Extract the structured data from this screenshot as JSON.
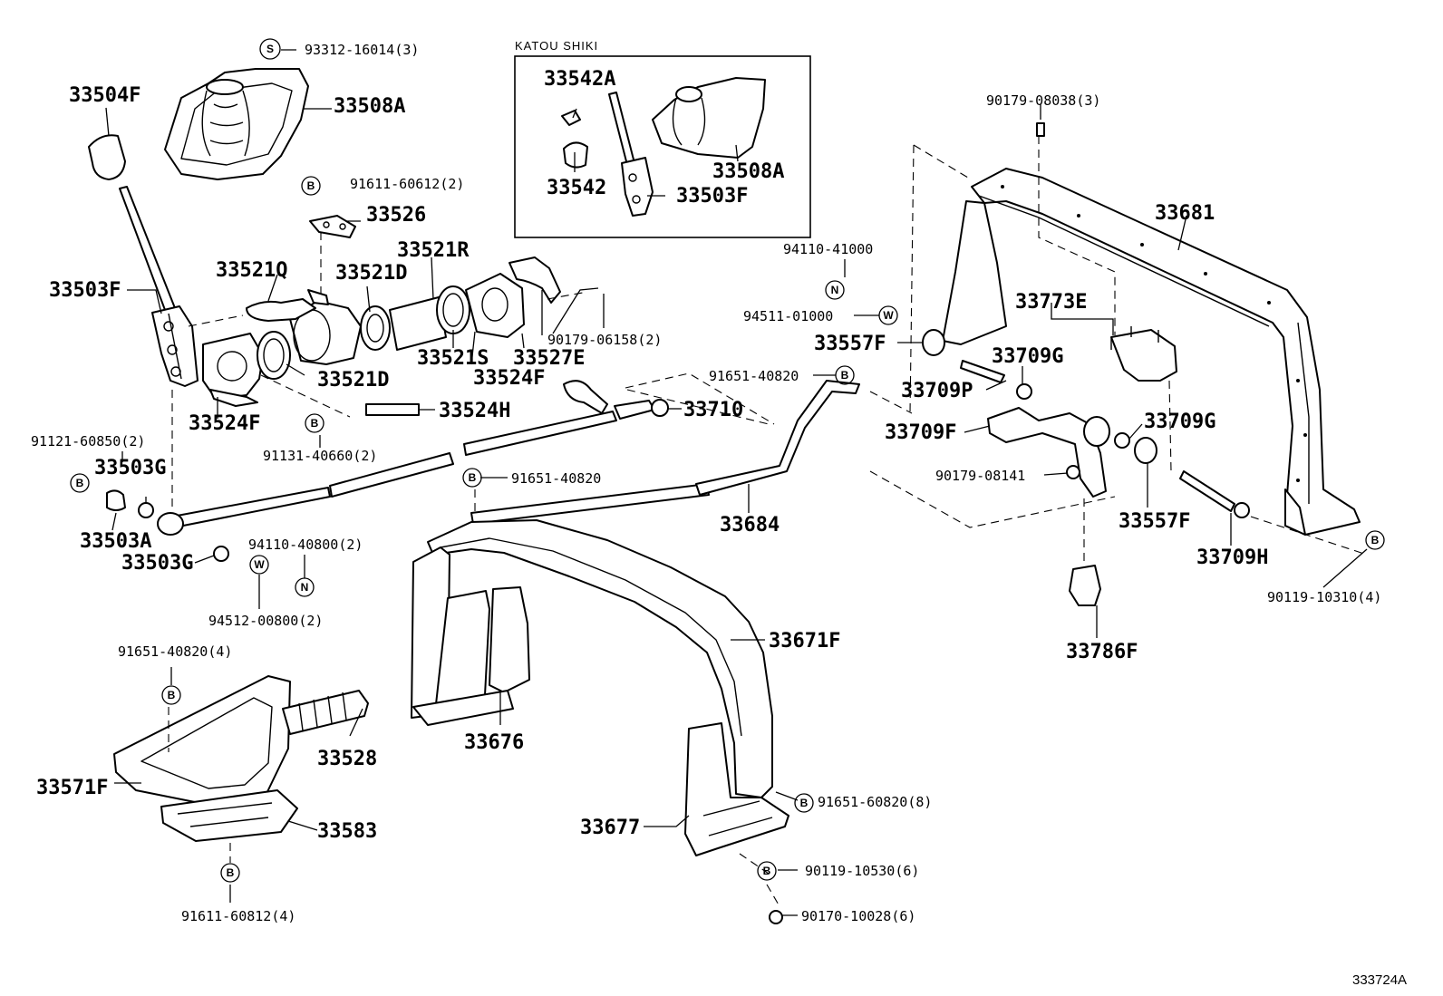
{
  "diagram": {
    "inset_title": "KATOU SHIKI",
    "reference_code": "333724A",
    "symbols": {
      "s": "S",
      "b": "B",
      "n": "N",
      "w": "W"
    },
    "parts": {
      "p33504F": "33504F",
      "p33508A": "33508A",
      "p33503F": "33503F",
      "p33526": "33526",
      "p33521Q": "33521Q",
      "p33521D_top": "33521D",
      "p33521R": "33521R",
      "p33521D_bot": "33521D",
      "p33521S": "33521S",
      "p33527E": "33527E",
      "p33524F_right": "33524F",
      "p33524F_left": "33524F",
      "p33524H": "33524H",
      "p33710": "33710",
      "p33503G_top": "33503G",
      "p33503A": "33503A",
      "p33503G_bot": "33503G",
      "inset_33542A": "33542A",
      "inset_33542": "33542",
      "inset_33508A": "33508A",
      "inset_33503F": "33503F",
      "p33681": "33681",
      "p33773E": "33773E",
      "p33557F_top": "33557F",
      "p33709G_top": "33709G",
      "p33709P": "33709P",
      "p33709G_right": "33709G",
      "p33709F": "33709F",
      "p33557F_bot": "33557F",
      "p33709H": "33709H",
      "p33786F": "33786F",
      "p33684": "33684",
      "p33671F": "33671F",
      "p33676": "33676",
      "p33677": "33677",
      "p33528": "33528",
      "p33571F": "33571F",
      "p33583": "33583"
    },
    "fasteners": {
      "f93312": "93312-16014(3)",
      "f91611_60612": "91611-60612(2)",
      "f90179_06158": "90179-06158(2)",
      "f91121_60850": "91121-60850(2)",
      "f91131_40660": "91131-40660(2)",
      "f91651_40820_a": "91651-40820",
      "f91651_40820_b": "91651-40820",
      "f94110_40800": "94110-40800(2)",
      "f94512_00800": "94512-00800(2)",
      "f91651_40820_4": "91651-40820(4)",
      "f91611_60812": "91611-60812(4)",
      "f90179_08038": "90179-08038(3)",
      "f94110_41000": "94110-41000",
      "f94511_01000": "94511-01000",
      "f90179_08141": "90179-08141",
      "f90119_10310": "90119-10310(4)",
      "f91651_60820": "91651-60820(8)",
      "f90119_10530": "90119-10530(6)",
      "f90170_10028": "90170-10028(6)"
    }
  }
}
